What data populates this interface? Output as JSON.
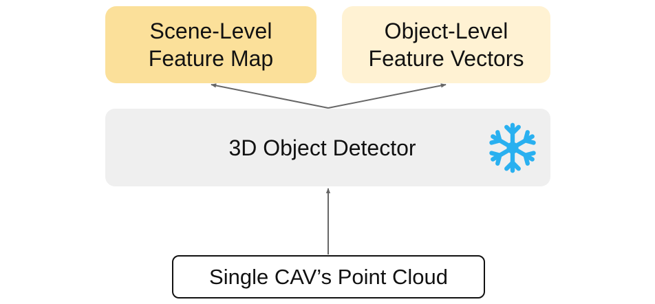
{
  "colors": {
    "scene_fill": "#fbe09a",
    "object_fill": "#fff2d3",
    "detector_fill": "#efefef",
    "snowflake": "#29b0f0",
    "arrow": "#666666"
  },
  "nodes": {
    "scene": {
      "line1": "Scene-Level",
      "line2": "Feature Map"
    },
    "object": {
      "line1": "Object-Level",
      "line2": "Feature Vectors"
    },
    "detector": {
      "label": "3D Object Detector",
      "icon": "snowflake-icon"
    },
    "input": {
      "label": "Single CAV’s Point Cloud"
    }
  }
}
